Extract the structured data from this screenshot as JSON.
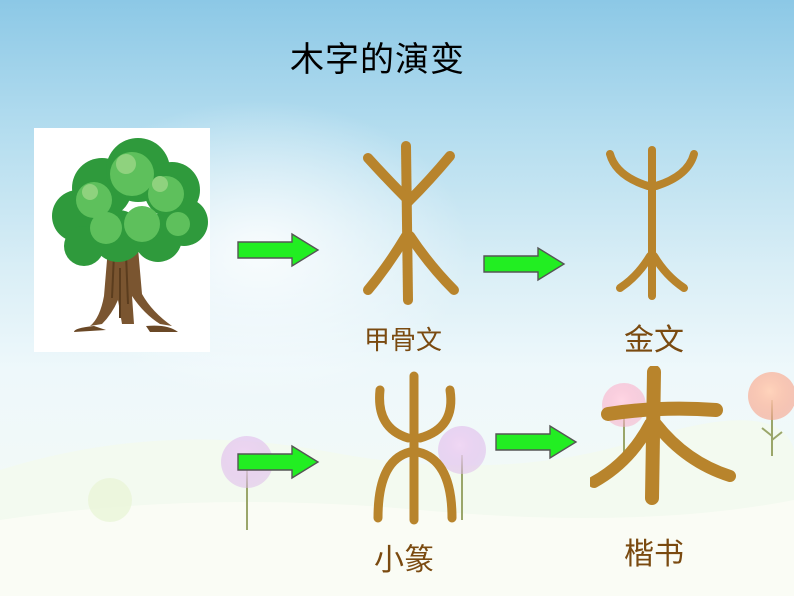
{
  "slide": {
    "title": "木字的演变",
    "accent_color": "#b8842c",
    "arrow_color": "#22ee22",
    "label_color": "#7a4a10"
  },
  "image": {
    "subject": "tree"
  },
  "stages": [
    {
      "label": "甲骨文"
    },
    {
      "label": "金文"
    },
    {
      "label": "小篆"
    },
    {
      "label": "楷书"
    }
  ],
  "icons": [
    "right-arrow-icon",
    "right-arrow-icon",
    "right-arrow-icon",
    "right-arrow-icon"
  ]
}
